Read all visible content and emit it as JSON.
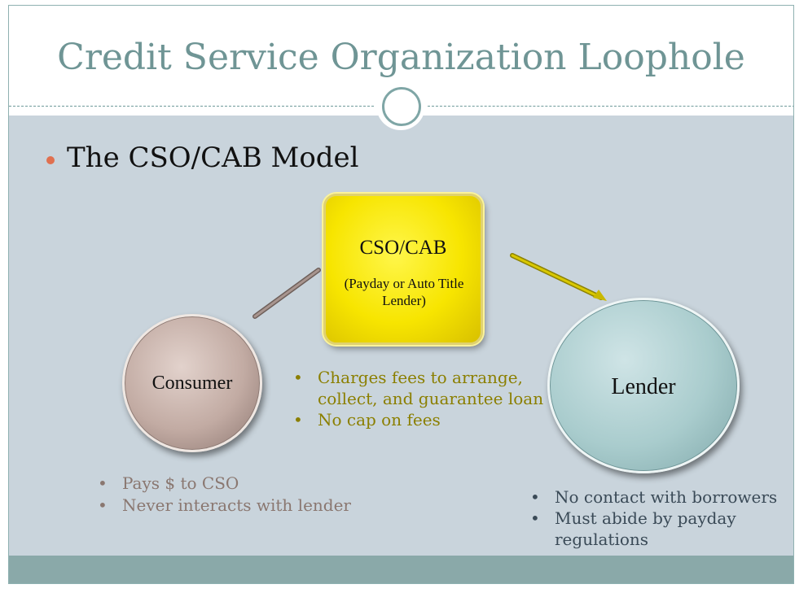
{
  "slide": {
    "title": "Credit Service Organization Loophole",
    "heading": "The CSO/CAB Model",
    "colors": {
      "title": "#6f9595",
      "content_background": "#c9d4dc",
      "footer_bar": "#8aa9a9",
      "heading_bullet": "#e07050"
    }
  },
  "diagram": {
    "cso": {
      "title": "CSO/CAB",
      "subtitle": "(Payday or Auto Title Lender)",
      "color": "#f7e500",
      "bullets": [
        "Charges fees to arrange, collect, and guarantee loan",
        "No cap on fees"
      ],
      "bullet_color": "#8b7f00"
    },
    "consumer": {
      "label": "Consumer",
      "color": "#c2aba3",
      "bullets": [
        "Pays $ to CSO",
        "Never interacts with lender"
      ],
      "bullet_color": "#8a7770"
    },
    "lender": {
      "label": "Lender",
      "color": "#a9cccd",
      "bullets": [
        "No contact with borrowers",
        "Must abide by payday regulations"
      ],
      "bullet_color": "#3a4a57"
    },
    "arrows": [
      {
        "from": "consumer",
        "to": "cso",
        "color": "#9b8a84"
      },
      {
        "from": "cso",
        "to": "lender",
        "color": "#c9b800"
      }
    ],
    "bullet_glyph": "•"
  }
}
